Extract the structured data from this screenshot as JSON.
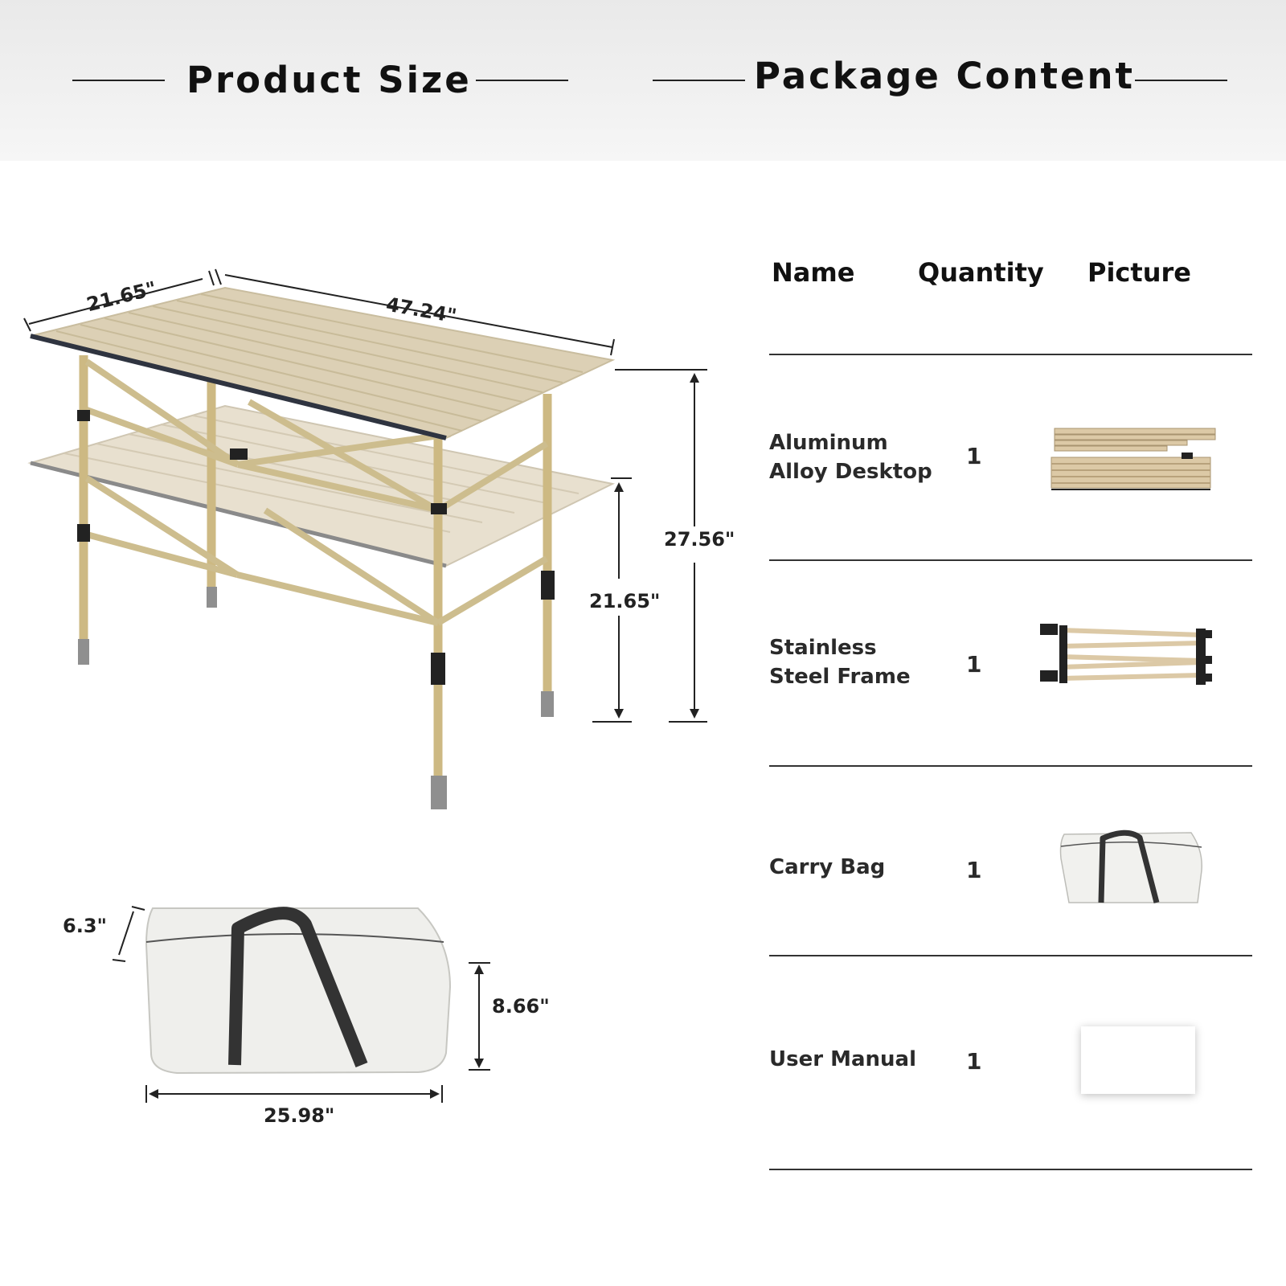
{
  "header": {
    "product_size_title": "Product Size",
    "package_content_title": "Package Content"
  },
  "table": {
    "columns": [
      "Name",
      "Quantity",
      "Picture"
    ],
    "rows": [
      {
        "name_line1": "Aluminum",
        "name_line2": "Alloy Desktop",
        "quantity": "1",
        "picture": "folded-desktop-slats"
      },
      {
        "name_line1": "Stainless",
        "name_line2": "Steel Frame",
        "quantity": "1",
        "picture": "folded-frame"
      },
      {
        "name_line1": "Carry Bag",
        "name_line2": "",
        "quantity": "1",
        "picture": "carry-bag"
      },
      {
        "name_line1": "User Manual",
        "name_line2": "",
        "quantity": "1",
        "picture": "manual-card"
      }
    ]
  },
  "dimensions": {
    "table_depth": "21.65\"",
    "table_length": "47.24\"",
    "table_height_max": "27.56\"",
    "table_height_min": "21.65\"",
    "bag_depth": "6.3\"",
    "bag_height": "8.66\"",
    "bag_length": "25.98\""
  },
  "colors": {
    "tabletop": "#d9cdb3",
    "leg": "#d4c196",
    "bag": "#efefec",
    "strap": "#333333"
  }
}
